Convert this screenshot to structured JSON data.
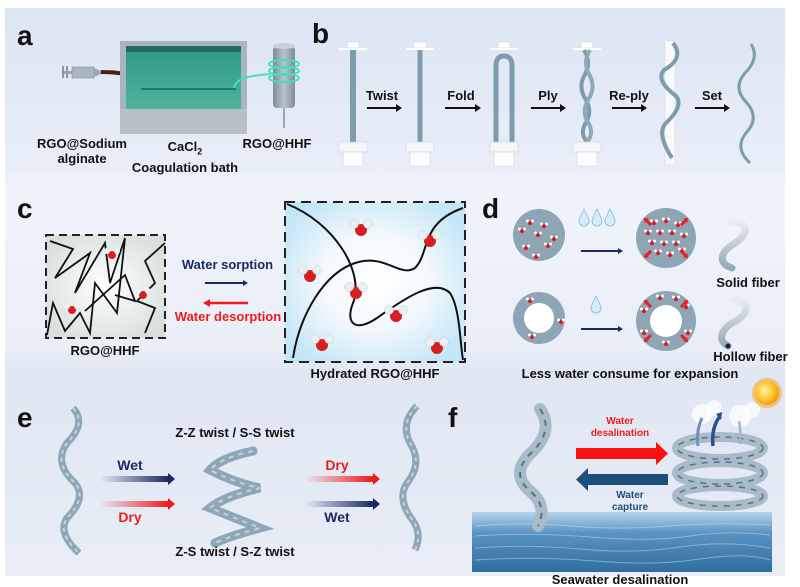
{
  "figure": {
    "panels": {
      "a": {
        "label": "a",
        "captions": {
          "syringe_line1": "RGO@Sodium",
          "syringe_line2": "alginate",
          "bath_line1": "CaCl",
          "bath_sub": "2",
          "bath_line2": "Coagulation bath",
          "spool": "RGO@HHF"
        },
        "colors": {
          "bath": "#2f9c87",
          "ink": "#4a1f18",
          "fiber": "#3fe0c0"
        }
      },
      "b": {
        "label": "b",
        "steps": [
          "Twist",
          "Fold",
          "Ply",
          "Re-ply",
          "Set"
        ],
        "colors": {
          "fiber": "#7f9bac"
        }
      },
      "c": {
        "label": "c",
        "left_caption": "RGO@HHF",
        "right_caption": "Hydrated RGO@HHF",
        "forward_label": "Water sorption",
        "reverse_label": "Water desorption",
        "colors": {
          "forward": "#1b2a63",
          "reverse": "#ee1c1c",
          "hydrated_bg": "#c3e6f6"
        }
      },
      "d": {
        "label": "d",
        "solid_caption": "Solid fiber",
        "hollow_caption": "Hollow fiber",
        "bottom_caption": "Less water consume for expansion",
        "solid_droplets": 3,
        "hollow_droplets": 1,
        "colors": {
          "disc": "#8ea5b6",
          "arrow": "#1b2a63",
          "expand": "#ee1c1c"
        }
      },
      "e": {
        "label": "e",
        "top_caption": "Z-Z twist / S-S twist",
        "bottom_caption": "Z-S twist / S-Z twist",
        "left_arrows": [
          {
            "label": "Wet",
            "tone": "navy"
          },
          {
            "label": "Dry",
            "tone": "red"
          }
        ],
        "right_arrows": [
          {
            "label": "Dry",
            "tone": "red"
          },
          {
            "label": "Wet",
            "tone": "navy"
          }
        ]
      },
      "f": {
        "label": "f",
        "forward_label_line1": "Water",
        "forward_label_line2": "desalination",
        "reverse_label_line1": "Water",
        "reverse_label_line2": "capture",
        "bottom_caption": "Seawater desalination",
        "colors": {
          "forward": "#ff1010",
          "reverse": "#1e4f7a",
          "sea": "#3f7fb0",
          "sun": "#f7a51a"
        }
      }
    }
  }
}
